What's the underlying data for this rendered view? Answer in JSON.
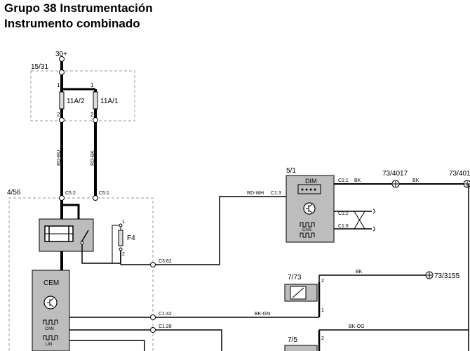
{
  "header": {
    "title_line1": "Grupo 38 Instrumentación",
    "title_line2": "Instrumento combinado"
  },
  "labels": {
    "supply": "30+",
    "fuse_box": "15/31",
    "fuse_a": "11A/2",
    "fuse_b": "11A/1",
    "pin_1a": "1",
    "pin_1b": "1",
    "pin_2a": "2",
    "pin_2b": "2",
    "wire_rd_bu": "RD-BU",
    "wire_rd_bk": "RD-BK",
    "module_cem_box": "4/56",
    "c5_2": "C5:2",
    "c5_1": "C5:1",
    "fuse_f4": "F4",
    "f4_pin_1": "1",
    "f4_pin_2": "2",
    "c3_62": "C3:62",
    "cem": "CEM",
    "cem_can": "CAN",
    "cem_lin": "LIN",
    "c1_42": "C1:42",
    "c1_28": "C1:28",
    "wire_bk_gn": "BK-GN",
    "dim_box": "5/1",
    "dim": "DIM",
    "dim_can": "CAN",
    "wire_rd_wh": "RD-WH",
    "c1_3": "C1:3",
    "c1_1": "C1:1",
    "wire_bk_1": "BK",
    "c1_2": "C1:2",
    "c1_6": "C1:6",
    "conn_4017": "73/4017",
    "wire_bk_2": "BK",
    "conn_401x": "73/401",
    "comp_773": "7/73",
    "wire_bk_3": "BK",
    "conn_3155": "73/3155",
    "comp_773_pin2": "2",
    "comp_773_pin1": "1",
    "wire_bk_og": "BK-OG",
    "comp_75": "7/5",
    "comp_75_pin2": "2"
  }
}
